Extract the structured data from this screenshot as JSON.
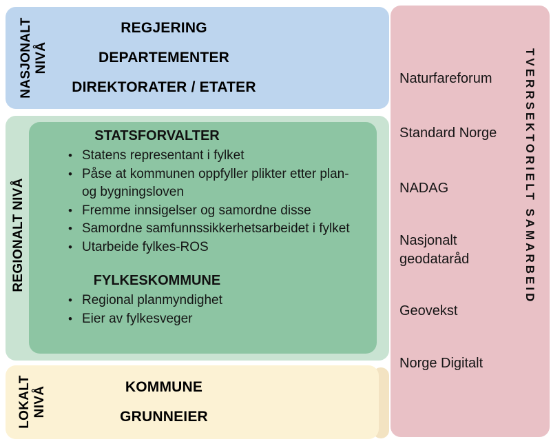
{
  "national": {
    "level_label_lines": [
      "NASJONALT",
      "NIVÅ"
    ],
    "rows": [
      "REGJERING",
      "DEPARTEMENTER",
      "DIREKTORATER / ETATER"
    ]
  },
  "regional": {
    "level_label": "REGIONALT NIVÅ",
    "statsforvalter": {
      "title": "STATSFORVALTER",
      "bullets": [
        "Statens representant i fylket",
        "Påse at kommunen oppfyller plikter etter plan- og bygningsloven",
        "Fremme innsigelser og samordne disse",
        "Samordne samfunnssikkerhetsarbeidet i fylket",
        "Utarbeide fylkes-ROS"
      ]
    },
    "fylkeskommune": {
      "title": "FYLKESKOMMUNE",
      "bullets": [
        "Regional planmyndighet",
        "Eier av fylkesveger"
      ]
    }
  },
  "local": {
    "level_label_lines": [
      "LOKALT",
      "NIVÅ"
    ],
    "rows": [
      "KOMMUNE",
      "GRUNNEIER"
    ]
  },
  "cross_sector": {
    "vertical_title": "TVERRSEKTORIELT SAMARBEID",
    "organizations": [
      "Naturfareforum",
      "Standard Norge",
      "NADAG",
      "Nasjonalt geodataråd",
      "Geovekst",
      "Norge Digitalt"
    ]
  },
  "colors": {
    "national_blue": "#bdd5ee",
    "regional_green_outer": "#c9e3d2",
    "regional_green_inner": "#8dc5a3",
    "local_yellow": "#fcf2d4",
    "local_yellow_tab": "#f3e3c2",
    "cross_sector_pink": "#e9c1c6",
    "text": "#1b1b1b"
  }
}
